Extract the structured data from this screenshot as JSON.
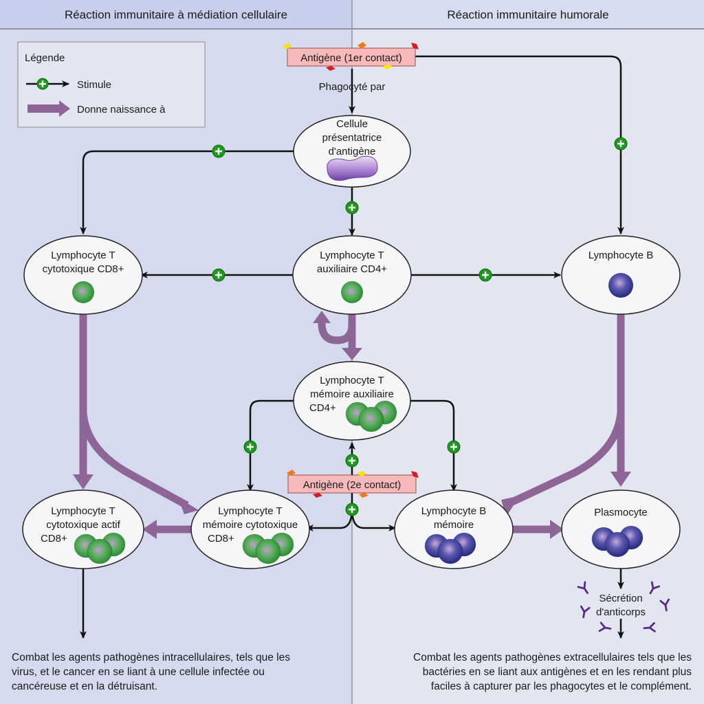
{
  "header": {
    "left_title": "Réaction immunitaire à médiation cellulaire",
    "right_title": "Réaction immunitaire humorale"
  },
  "colors": {
    "left_panel": "#d5daee",
    "left_header": "#c7cfec",
    "right_panel": "#e3e6f1",
    "right_header": "#d8dcef",
    "stimulus_green": "#1d9a1d",
    "gives_rise_purple": "#8e6597",
    "antigen_box": "#f7b9b9",
    "t_cell_green": "#2f9a3a",
    "b_cell_blue": "#3a3f9a",
    "apc_purple": "#9b6cc4"
  },
  "legend": {
    "title": "Légende",
    "items": [
      {
        "icon": "stimulus-arrow-icon",
        "label": "Stimule"
      },
      {
        "icon": "purple-arrow-icon",
        "label": "Donne naissance à"
      }
    ]
  },
  "antigen_first": {
    "label": "Antigène (1er contact)",
    "sub_label": "Phagocyté par"
  },
  "antigen_second": {
    "label": "Antigène (2e contact)"
  },
  "nodes": {
    "apc": {
      "lines": [
        "Cellule",
        "présentatrice",
        "d'antigène"
      ]
    },
    "cd8": {
      "lines": [
        "Lymphocyte T",
        "cytotoxique CD8+"
      ]
    },
    "cd4": {
      "lines": [
        "Lymphocyte T",
        "auxiliaire CD4+"
      ]
    },
    "b_cell": {
      "lines": [
        "Lymphocyte B"
      ]
    },
    "cd4_memory": {
      "lines": [
        "Lymphocyte T",
        "mémoire auxiliaire",
        "CD4+"
      ]
    },
    "cd8_active": {
      "lines": [
        "Lymphocyte T",
        "cytotoxique actif",
        "CD8+"
      ]
    },
    "cd8_memory": {
      "lines": [
        "Lymphocyte T",
        "mémoire cytotoxique",
        "CD8+"
      ]
    },
    "b_memory": {
      "lines": [
        "Lymphocyte B",
        "mémoire"
      ]
    },
    "plasma": {
      "lines": [
        "Plasmocyte"
      ]
    }
  },
  "antibody_secretion": {
    "lines": [
      "Sécrétion",
      "d'anticorps"
    ]
  },
  "footer": {
    "left_lines": [
      "Combat les agents pathogènes intracellulaires, tels que les",
      "virus, et le cancer en se liant à une cellule infectée ou",
      "cancéreuse et en la détruisant."
    ],
    "right_lines": [
      "Combat les agents pathogènes extracellulaires tels que les",
      "bactéries en se liant aux antigènes et en les rendant plus",
      "faciles à capturer par les phagocytes et le complément."
    ]
  }
}
